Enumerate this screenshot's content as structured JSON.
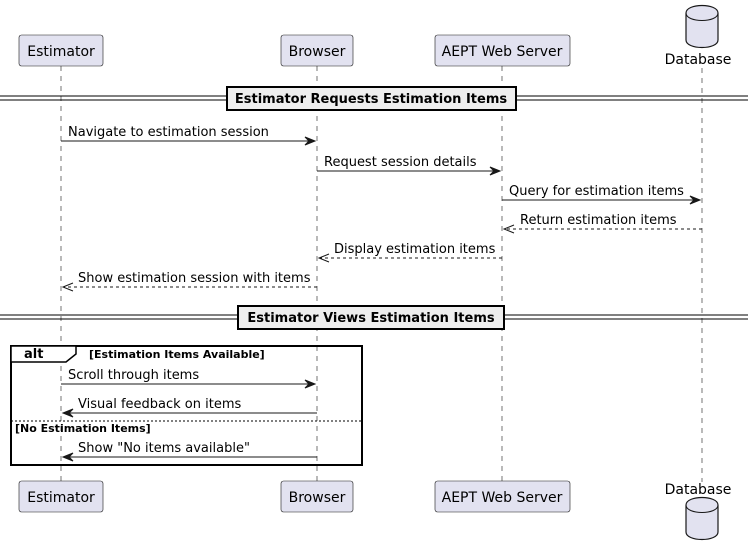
{
  "participants": {
    "estimator": "Estimator",
    "browser": "Browser",
    "server": "AEPT Web Server",
    "database": "Database"
  },
  "dividers": {
    "first": "Estimator Requests Estimation Items",
    "second": "Estimator Views Estimation Items"
  },
  "messages": {
    "m1": "Navigate to estimation session",
    "m2": "Request session details",
    "m3": "Query for estimation items",
    "m4": "Return estimation items",
    "m5": "Display estimation items",
    "m6": "Show estimation session with items",
    "m7": "Scroll through items",
    "m8": "Visual feedback on items",
    "m9": "Show \"No items available\""
  },
  "alt": {
    "keyword": "alt",
    "guard_1": "[Estimation Items Available]",
    "guard_2": "[No Estimation Items]"
  },
  "colors": {
    "participant_fill": "#E2E2F0",
    "line": "#181818",
    "divider_fill": "#EEEEEE"
  }
}
